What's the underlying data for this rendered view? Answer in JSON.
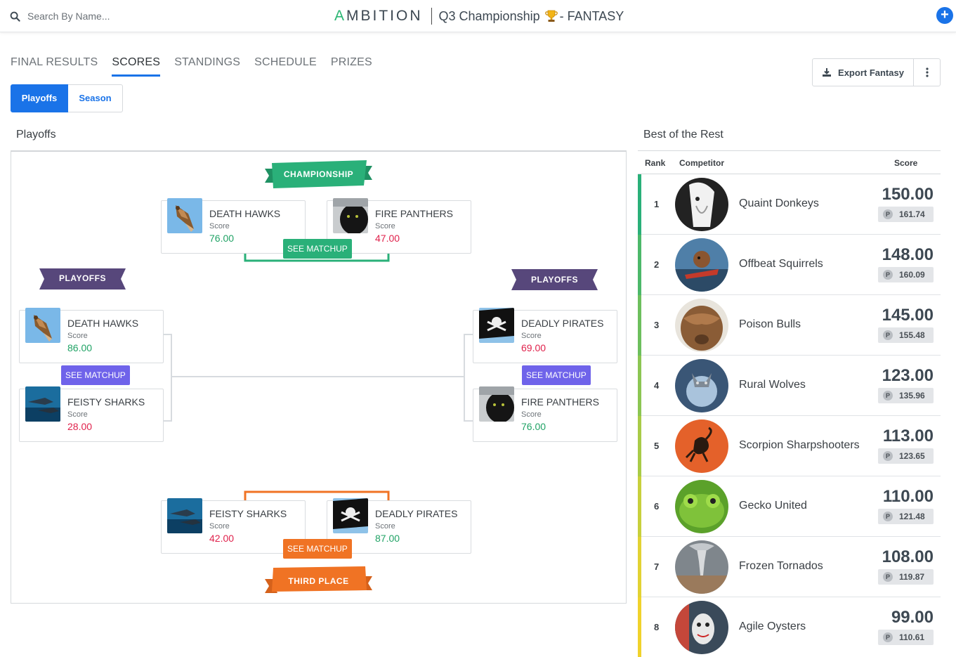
{
  "header": {
    "search_placeholder": "Search By Name...",
    "logo": "AMBITION",
    "title": "Q3 Championship",
    "title_suffix": "- FANTASY",
    "add_label": "+"
  },
  "tabs": [
    "FINAL RESULTS",
    "SCORES",
    "STANDINGS",
    "SCHEDULE",
    "PRIZES"
  ],
  "active_tab": "SCORES",
  "toggle": {
    "playoffs": "Playoffs",
    "season": "Season",
    "active": "Playoffs"
  },
  "export_label": "Export Fantasy",
  "playoffs": {
    "title": "Playoffs",
    "ribbons": {
      "championship": "CHAMPIONSHIP",
      "playoffs_left": "PLAYOFFS",
      "playoffs_right": "PLAYOFFS",
      "third_place": "THIRD PLACE"
    },
    "see_matchup": "SEE MATCHUP",
    "score_label": "Score",
    "championship": [
      {
        "name": "DEATH HAWKS",
        "score": "76.00",
        "result": "win"
      },
      {
        "name": "FIRE PANTHERS",
        "score": "47.00",
        "result": "lose"
      }
    ],
    "semi_left": [
      {
        "name": "DEATH HAWKS",
        "score": "86.00",
        "result": "win"
      },
      {
        "name": "FEISTY SHARKS",
        "score": "28.00",
        "result": "lose"
      }
    ],
    "semi_right": [
      {
        "name": "DEADLY PIRATES",
        "score": "69.00",
        "result": "lose"
      },
      {
        "name": "FIRE PANTHERS",
        "score": "76.00",
        "result": "win"
      }
    ],
    "third_place": [
      {
        "name": "FEISTY SHARKS",
        "score": "42.00",
        "result": "lose"
      },
      {
        "name": "DEADLY PIRATES",
        "score": "87.00",
        "result": "win"
      }
    ]
  },
  "best_of_rest": {
    "title": "Best of the Rest",
    "columns": {
      "rank": "Rank",
      "competitor": "Competitor",
      "score": "Score"
    },
    "rows": [
      {
        "rank": "1",
        "name": "Quaint Donkeys",
        "score": "150.00",
        "points": "161.74",
        "color": "#2ab079"
      },
      {
        "rank": "2",
        "name": "Offbeat Squirrels",
        "score": "148.00",
        "points": "160.09",
        "color": "#4cb86a"
      },
      {
        "rank": "3",
        "name": "Poison Bulls",
        "score": "145.00",
        "points": "155.48",
        "color": "#6dbf5d"
      },
      {
        "rank": "4",
        "name": "Rural Wolves",
        "score": "123.00",
        "points": "135.96",
        "color": "#8cc653"
      },
      {
        "rank": "5",
        "name": "Scorpion Sharpshooters",
        "score": "113.00",
        "points": "123.65",
        "color": "#a9cb47"
      },
      {
        "rank": "6",
        "name": "Gecko United",
        "score": "110.00",
        "points": "121.48",
        "color": "#c8d03c"
      },
      {
        "rank": "7",
        "name": "Frozen Tornados",
        "score": "108.00",
        "points": "119.87",
        "color": "#e2d233"
      },
      {
        "rank": "8",
        "name": "Agile Oysters",
        "score": "99.00",
        "points": "110.61",
        "color": "#f0d22c"
      }
    ],
    "points_badge": "P"
  },
  "colors": {
    "primary": "#1a73e8",
    "championship": "#2ab079",
    "playoffs": "#57477b",
    "third_place": "#f07324",
    "matchup_purple": "#6f63ea"
  }
}
